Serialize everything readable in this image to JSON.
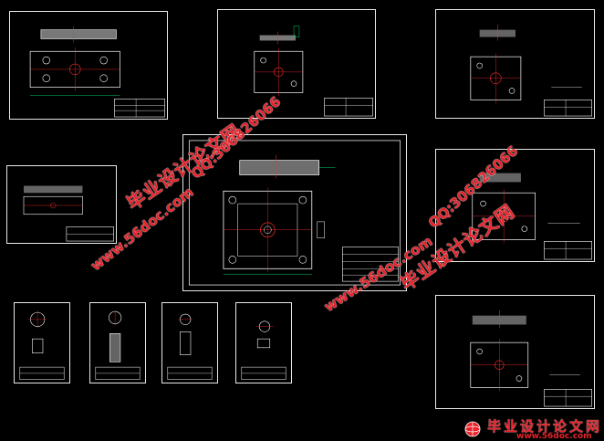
{
  "watermark": {
    "site_cn": "毕业设计论文网",
    "qq": "QQ:306826066",
    "url": "www.56doc.com"
  },
  "brand": {
    "name": "毕业设计论文网",
    "url": "www.56doc.com",
    "logo_icon": "globe-logo-icon"
  },
  "colors": {
    "background": "#000000",
    "frame": "#e9e9e9",
    "part": "#ffffff",
    "centerline": "#ff3030",
    "dimension": "#00d26a",
    "hatch": "#c8c8c8",
    "watermark": "#e8222a"
  },
  "sheets": [
    {
      "id": "sheet-1",
      "kind": "plate"
    },
    {
      "id": "sheet-2",
      "kind": "small-plate"
    },
    {
      "id": "sheet-3",
      "kind": "plate"
    },
    {
      "id": "sheet-4",
      "kind": "strip"
    },
    {
      "id": "sheet-5",
      "kind": "assembly"
    },
    {
      "id": "sheet-6",
      "kind": "plate"
    },
    {
      "id": "sheet-7",
      "kind": "punch"
    },
    {
      "id": "sheet-8",
      "kind": "punch"
    },
    {
      "id": "sheet-9",
      "kind": "punch"
    },
    {
      "id": "sheet-10",
      "kind": "punch"
    },
    {
      "id": "sheet-11",
      "kind": "plate"
    }
  ]
}
